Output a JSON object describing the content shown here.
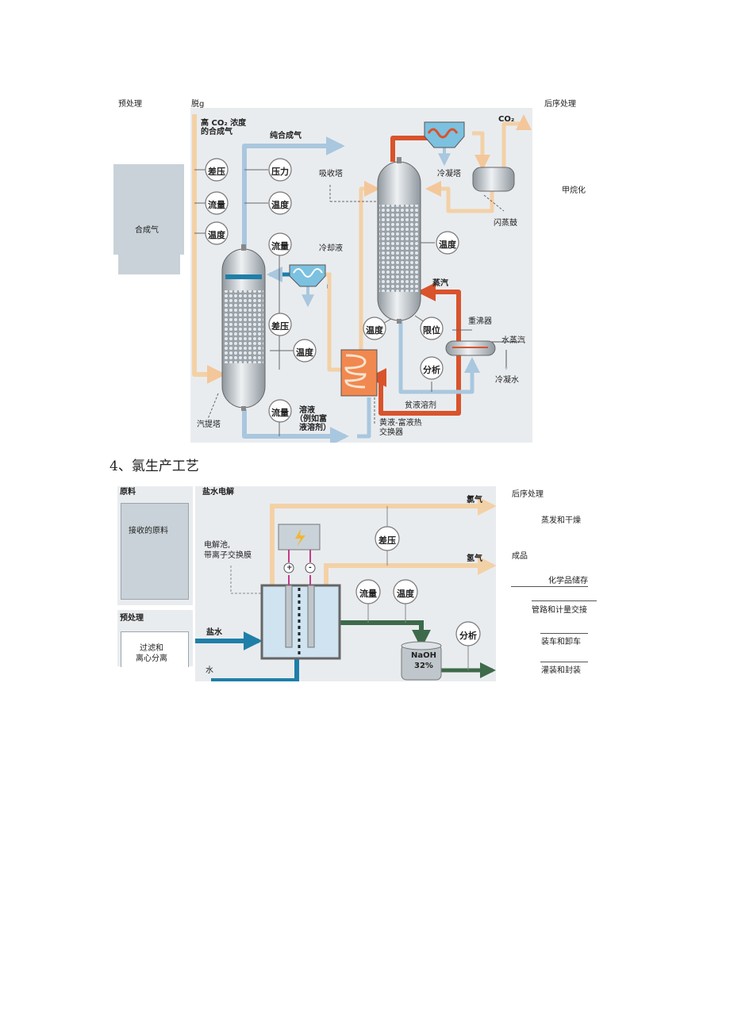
{
  "fig1": {
    "outer": {
      "pretreat": "预处理",
      "decarb": "脱g",
      "posttreat": "后序处理",
      "syngas": "合成气",
      "methanation": "甲烷化"
    },
    "labels": {
      "high_co2": [
        "高 CO₂ 浓度",
        "的合成气"
      ],
      "pure_gas": "纯合成气",
      "absorber": "吸收塔",
      "coolant": "冷却液",
      "condenser": "冷凝塔",
      "co2": "CO₂",
      "flash": "闪蒸鼓",
      "steam": "蒸汽",
      "reboiler": "重沸器",
      "water_steam": "水蒸汽",
      "condensate": "冷凝水",
      "lean": "贫液溶剂",
      "stripper": "汽提塔",
      "solution": [
        "溶液",
        "（例如富",
        "液溶剂）"
      ],
      "hx": [
        "黄液-富液热",
        "交换器"
      ]
    },
    "instruments": {
      "dp1": "差压",
      "flow1": "流量",
      "temp1": "温度",
      "pressure": "压力",
      "temp2": "温度",
      "flow2": "流量",
      "dp2": "差压",
      "temp3": "温度",
      "flow3": "流量",
      "temp4": "温度",
      "temp5": "温度",
      "level": "限位",
      "analysis": "分析"
    }
  },
  "section_heading": "4、氯生产工艺",
  "fig2": {
    "left": {
      "raw": "原料",
      "received": "接收的原料",
      "pretreat": "预处理",
      "filter": [
        "过滤和",
        "离心分离"
      ]
    },
    "header": "盐水电解",
    "labels": {
      "cell": [
        "电解池,",
        "带离子交换膜"
      ],
      "chlorine": "氯气",
      "hydrogen": "氢气",
      "brine": "盐水",
      "water": "水",
      "naoh": [
        "NaOH",
        "32%"
      ],
      "plus": "+",
      "minus": "-"
    },
    "instruments": {
      "dp": "差压",
      "flow": "流量",
      "temp": "温度",
      "analysis": "分析"
    },
    "right": {
      "posttreat": "后序处理",
      "evap": "蒸发和干燥",
      "product": "成品",
      "storage": "化学品储存",
      "pipeline": "管路和计量交接",
      "loading": "装车和卸车",
      "filling": "灌装和封装"
    }
  },
  "colors": {
    "pipe_light": "#f3d1a6",
    "pipe_blue": "#a9c7de",
    "pipe_orange": "#d9532b",
    "pipe_teal": "#1f7fa8",
    "pipe_green": "#3d6a4a",
    "panel": "#e9ecef",
    "box": "#c9d2d8"
  }
}
